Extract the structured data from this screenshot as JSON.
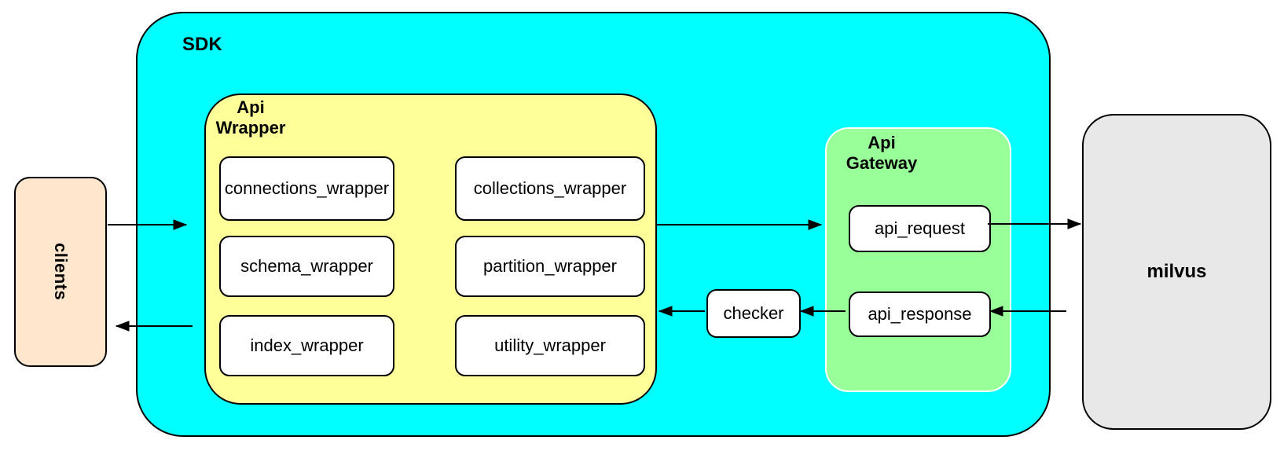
{
  "diagram": {
    "clients": {
      "label": "clients"
    },
    "sdk": {
      "label": "SDK",
      "api_wrapper": {
        "label": "Api Wrapper",
        "boxes": [
          {
            "label": "connections_wrapper"
          },
          {
            "label": "collections_wrapper"
          },
          {
            "label": "schema_wrapper"
          },
          {
            "label": "partition_wrapper"
          },
          {
            "label": "index_wrapper"
          },
          {
            "label": "utility_wrapper"
          }
        ]
      },
      "checker": {
        "label": "checker"
      },
      "api_gateway": {
        "label": "Api Gateway",
        "boxes": [
          {
            "label": "api_request"
          },
          {
            "label": "api_response"
          }
        ]
      }
    },
    "milvus": {
      "label": "milvus"
    },
    "edges": [
      {
        "from": "clients",
        "to": "sdk"
      },
      {
        "from": "sdk",
        "to": "clients"
      },
      {
        "from": "api_wrapper",
        "to": "api_gateway"
      },
      {
        "from": "api_request",
        "to": "milvus"
      },
      {
        "from": "milvus",
        "to": "api_response"
      },
      {
        "from": "api_response",
        "to": "checker"
      },
      {
        "from": "checker",
        "to": "api_wrapper"
      }
    ],
    "colors": {
      "sdk_fill": "#00ffff",
      "api_wrapper_fill": "#ffff99",
      "api_gateway_fill": "#99ff99",
      "clients_fill": "#ffe6cc",
      "milvus_fill": "#e8e8e8",
      "box_fill": "#ffffff",
      "border": "#000000"
    }
  }
}
